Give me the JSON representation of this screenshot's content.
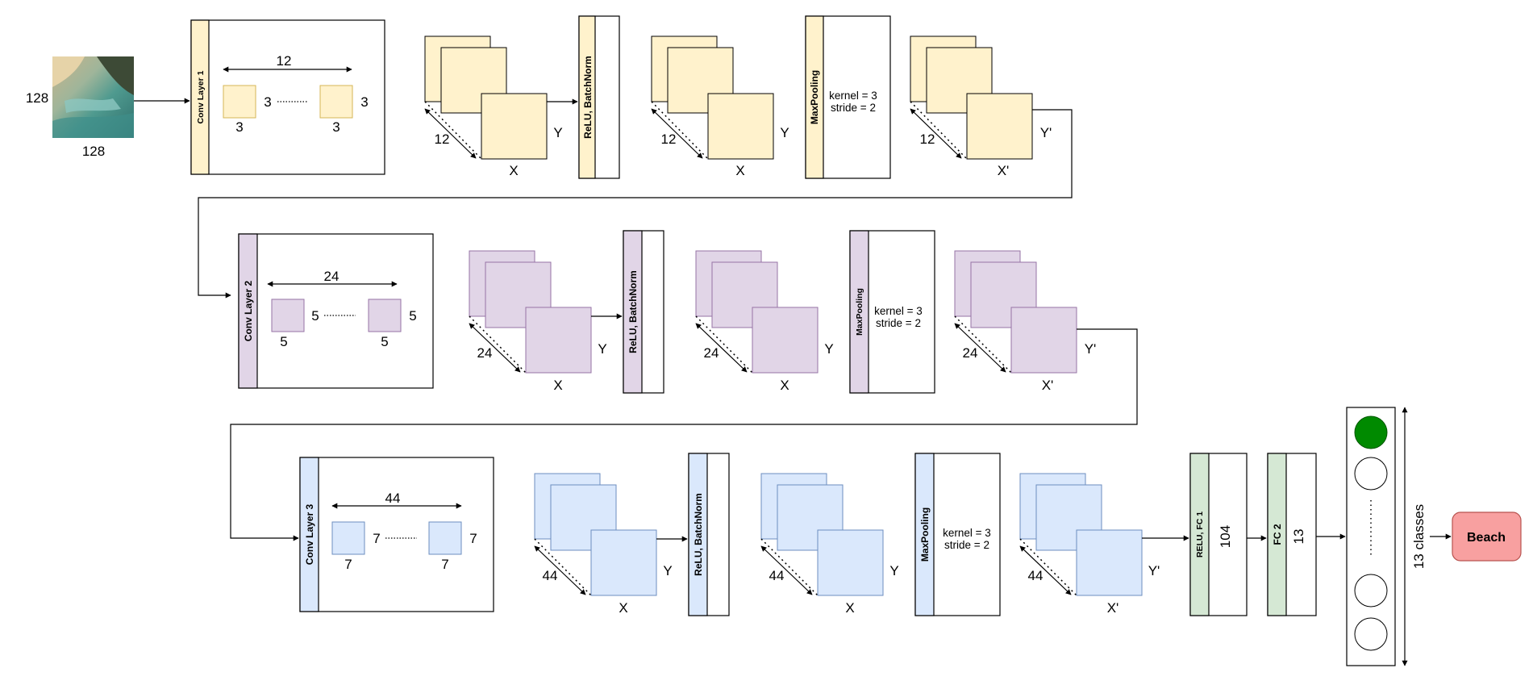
{
  "colors": {
    "yellow_fill": "#fff2cc",
    "yellow_stroke": "#d6b656",
    "purple_fill": "#e1d5e7",
    "purple_stroke": "#9673a6",
    "blue_fill": "#dae8fc",
    "blue_stroke": "#6c8ebf",
    "green_fill": "#d5e8d4",
    "green_stroke": "#82b366",
    "output_active": "#008a00",
    "beach_fill": "#f8a0a0",
    "beach_stroke": "#b85450"
  },
  "input": {
    "height_label": "128",
    "width_label": "128"
  },
  "rows": [
    {
      "conv_label": "Conv Layer 1",
      "filters": "12",
      "kernel": "3",
      "channels": "12",
      "x_label": "X",
      "y_label": "Y",
      "x2_label": "X'",
      "y2_label": "Y'",
      "activation_label": "ReLU, BatchNorm",
      "pool_label": "MaxPooling",
      "pool_kernel": "kernel = 3",
      "pool_stride": "stride = 2"
    },
    {
      "conv_label": "Conv Layer 2",
      "filters": "24",
      "kernel": "5",
      "channels": "24",
      "x_label": "X",
      "y_label": "Y",
      "x2_label": "X'",
      "y2_label": "Y'",
      "activation_label": "ReLU, BatchNorm",
      "pool_label": "MaxPooling",
      "pool_kernel": "kernel = 3",
      "pool_stride": "stride = 2"
    },
    {
      "conv_label": "Conv Layer 3",
      "filters": "44",
      "kernel": "7",
      "channels": "44",
      "x_label": "X",
      "y_label": "Y",
      "x2_label": "X'",
      "y2_label": "Y'",
      "activation_label": "ReLU, BatchNorm",
      "pool_label": "MaxPooling",
      "pool_kernel": "kernel = 3",
      "pool_stride": "stride = 2"
    }
  ],
  "fc1": {
    "label": "RELU, FC 1",
    "units": "104"
  },
  "fc2": {
    "label": "FC 2",
    "units": "13"
  },
  "output": {
    "classes_label": "13 classes",
    "prediction": "Beach"
  }
}
